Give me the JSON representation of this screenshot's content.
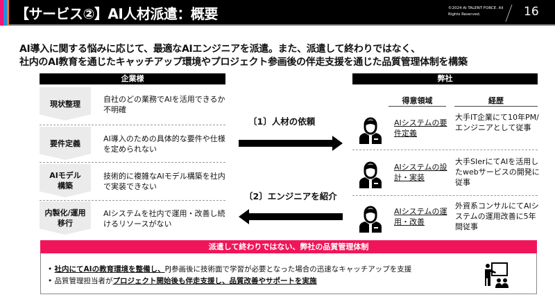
{
  "header": {
    "title": "【サービス②】AI人材派遣：概要",
    "copyright": "©2024 AI TALENT FORCE. All Rights Reserved.",
    "page_number": "16",
    "stripe_colors": [
      "#f0157a",
      "#1e8fe0",
      "#f07a1e"
    ]
  },
  "lead": {
    "line1": "AI導入に関する悩みに応じて、最適なAIエンジニアを派遣。また、派遣して終わりではなく、",
    "line2": "社内のAI教育を通じたキャッチアップ環境やプロジェクト参画後の伴走支援を通じた品質管理体制を構築"
  },
  "client": {
    "title": "企業様",
    "rows": [
      {
        "label": "現状整理",
        "desc": "自社のどの業務でAIを活用できるか不明確"
      },
      {
        "label": "要件定義",
        "desc": "AI導入のための具体的な要件や仕様を定められない"
      },
      {
        "label": "AIモデル構築",
        "desc": "技術的に複雑なAIモデル構築を社内で実装できない"
      },
      {
        "label": "内製化/運用移行",
        "desc": "AIシステムを社内で運用・改善し続けるリソースがない"
      }
    ]
  },
  "flow": {
    "request": "〔1〕人材の依頼",
    "introduce": "〔2〕エンジニアを紹介"
  },
  "company": {
    "title": "弊社",
    "col_skill": "得意領域",
    "col_career": "経歴",
    "rows": [
      {
        "skill": "AIシステムの要件定義",
        "career": "大手IT企業にて10年PM/エンジニアとして従事"
      },
      {
        "skill": "AIシステムの設計・実装",
        "career": "大手SIerにてAIを活用したwebサービスの開発に従事"
      },
      {
        "skill": "AIシステムの運用・改善",
        "career": "外資系コンサルにてAIシステムの運用改善に5年間従事"
      }
    ]
  },
  "quality": {
    "title": "派遣して終わりではない、弊社の品質管理体制",
    "b1_bold": "社内にてAIの教育環境を整備し、",
    "b1_rest": "PJ参画後に技術面で学習が必要となった場合の迅速なキャッチアップを支援",
    "b2_pre": "品質管理担当者が",
    "b2_bold": "プロジェクト開始後も伴走支援し、品質改善やサポートを実施",
    "bullet": "•"
  },
  "accent": "#f0155a"
}
